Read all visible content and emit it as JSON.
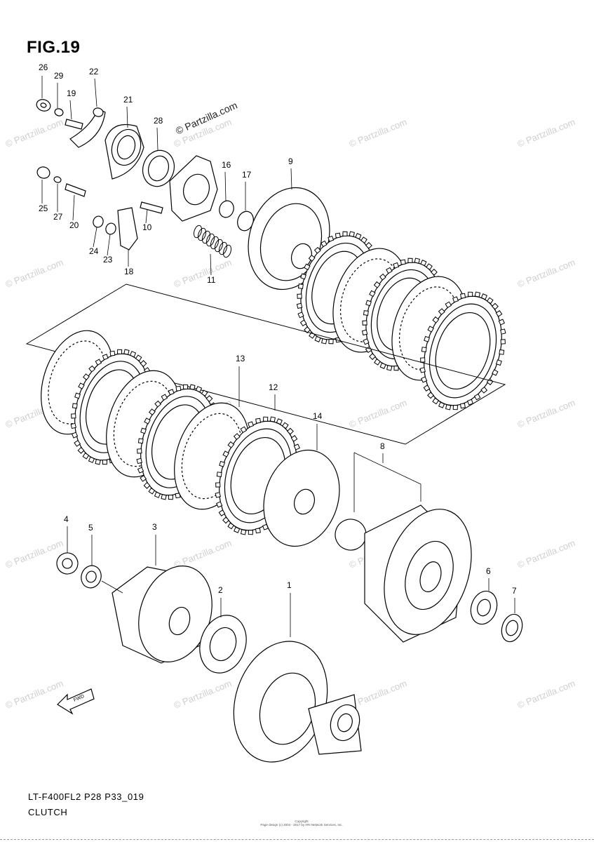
{
  "figure": {
    "title": "FIG.19",
    "model_code": "LT-F400FL2 P28 P33_019",
    "section_name": "CLUTCH",
    "watermark": "© Partzilla.com",
    "copyright_lines": [
      "Copyright",
      "Page design (c) 2004 - 2017 by ARI Network Services, Inc."
    ],
    "background_watermark": "© Partzilla.com",
    "fwd_label": "FWD"
  },
  "callouts": [
    "26",
    "29",
    "22",
    "19",
    "21",
    "28",
    "9",
    "16",
    "17",
    "25",
    "27",
    "20",
    "10",
    "24",
    "23",
    "18",
    "11",
    "13",
    "12",
    "14",
    "8",
    "4",
    "5",
    "3",
    "2",
    "1",
    "6",
    "7"
  ]
}
